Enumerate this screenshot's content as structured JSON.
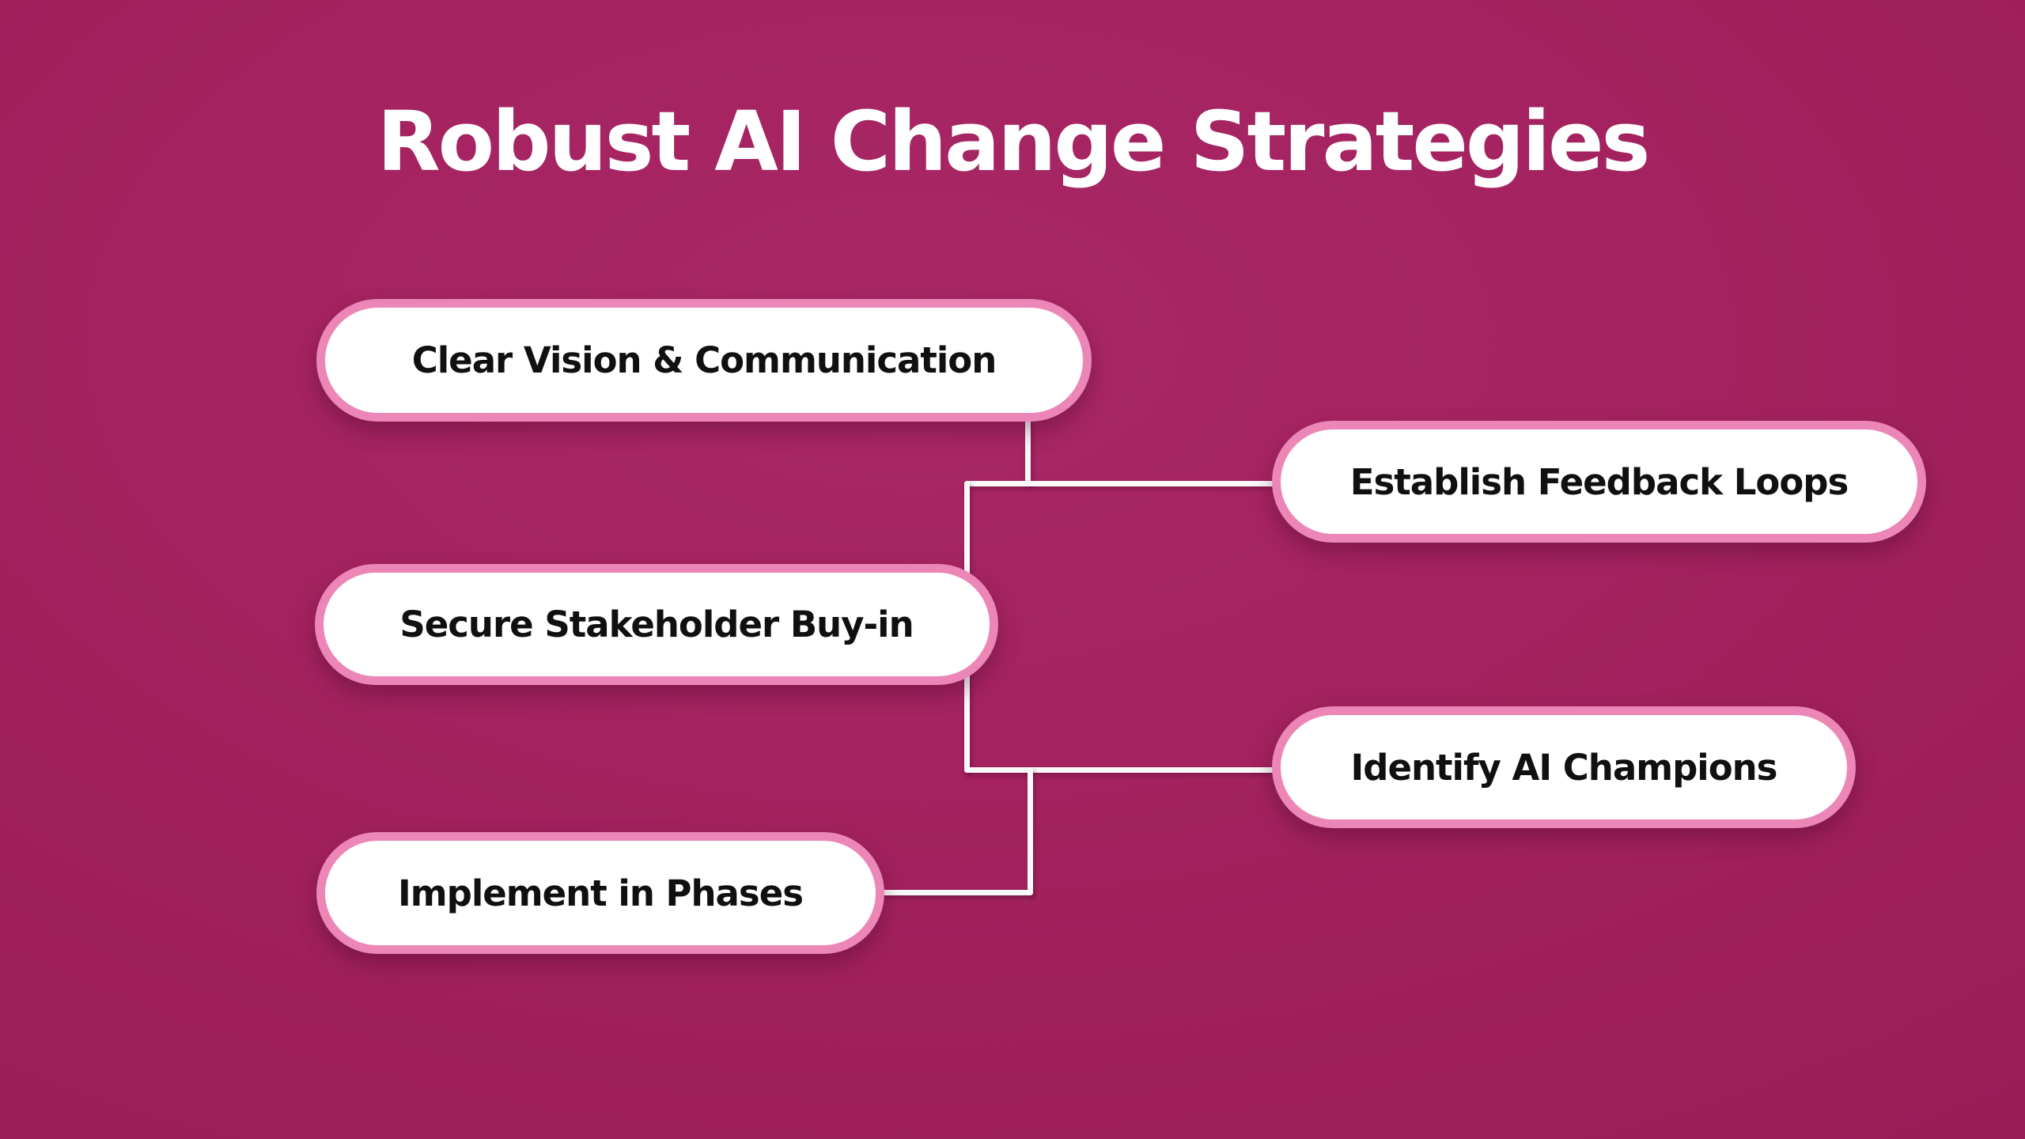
{
  "title": "Robust AI Change Strategies",
  "nodes": [
    {
      "id": "clear-vision",
      "label": "Clear Vision & Communication"
    },
    {
      "id": "feedback-loops",
      "label": "Establish Feedback Loops"
    },
    {
      "id": "stakeholder-buyin",
      "label": "Secure Stakeholder Buy-in"
    },
    {
      "id": "ai-champions",
      "label": "Identify AI Champions"
    },
    {
      "id": "implement-phases",
      "label": "Implement in Phases"
    }
  ],
  "colors": {
    "background": "#9e1e59",
    "background_edge": "#8c1650",
    "node_fill": "#ffffff",
    "node_border": "#ec86b6",
    "node_text": "#101010",
    "title_text": "#ffffff",
    "connector": "#fbf8fa"
  }
}
